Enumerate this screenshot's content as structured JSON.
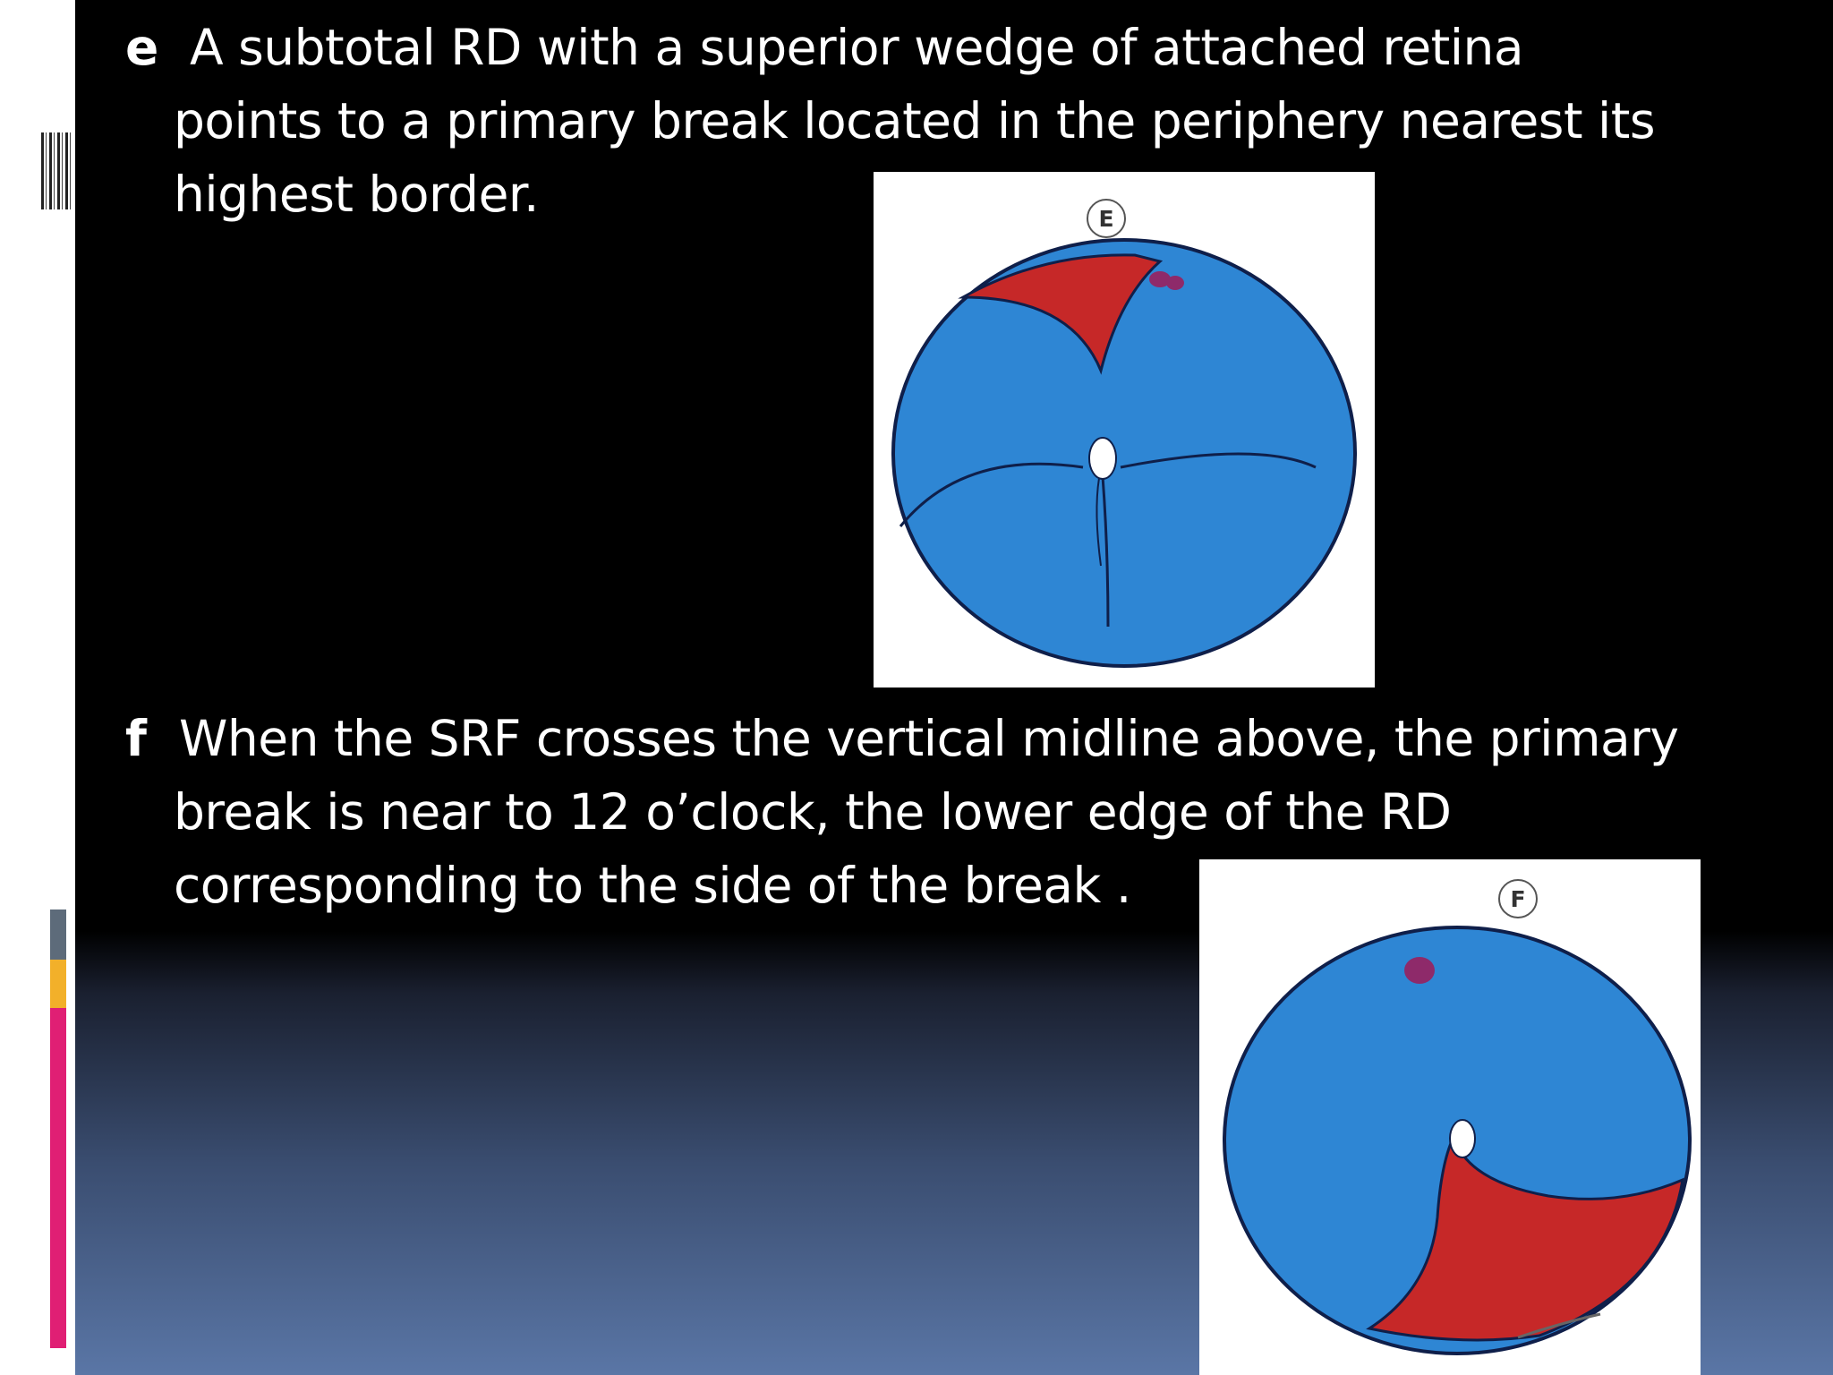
{
  "items": [
    {
      "marker": "e",
      "lines": [
        "A subtotal RD with a superior wedge of attached retina",
        "points to a primary break located in the periphery nearest its",
        "highest border."
      ],
      "figure_label": "E"
    },
    {
      "marker": "f",
      "lines": [
        "When the SRF crosses the vertical midline above, the primary",
        "break is near to 12 o’clock, the lower edge of the RD",
        "corresponding to the side of the break ."
      ],
      "figure_label": "F"
    }
  ],
  "colors": {
    "detached_retina": "#2e86d4",
    "attached_retina": "#c62828",
    "retinal_break": "#8e2a6a",
    "outline": "#0f1f4a",
    "margin_bar": [
      "#e01f74",
      "#f2b02a",
      "#5d6b7a"
    ]
  }
}
